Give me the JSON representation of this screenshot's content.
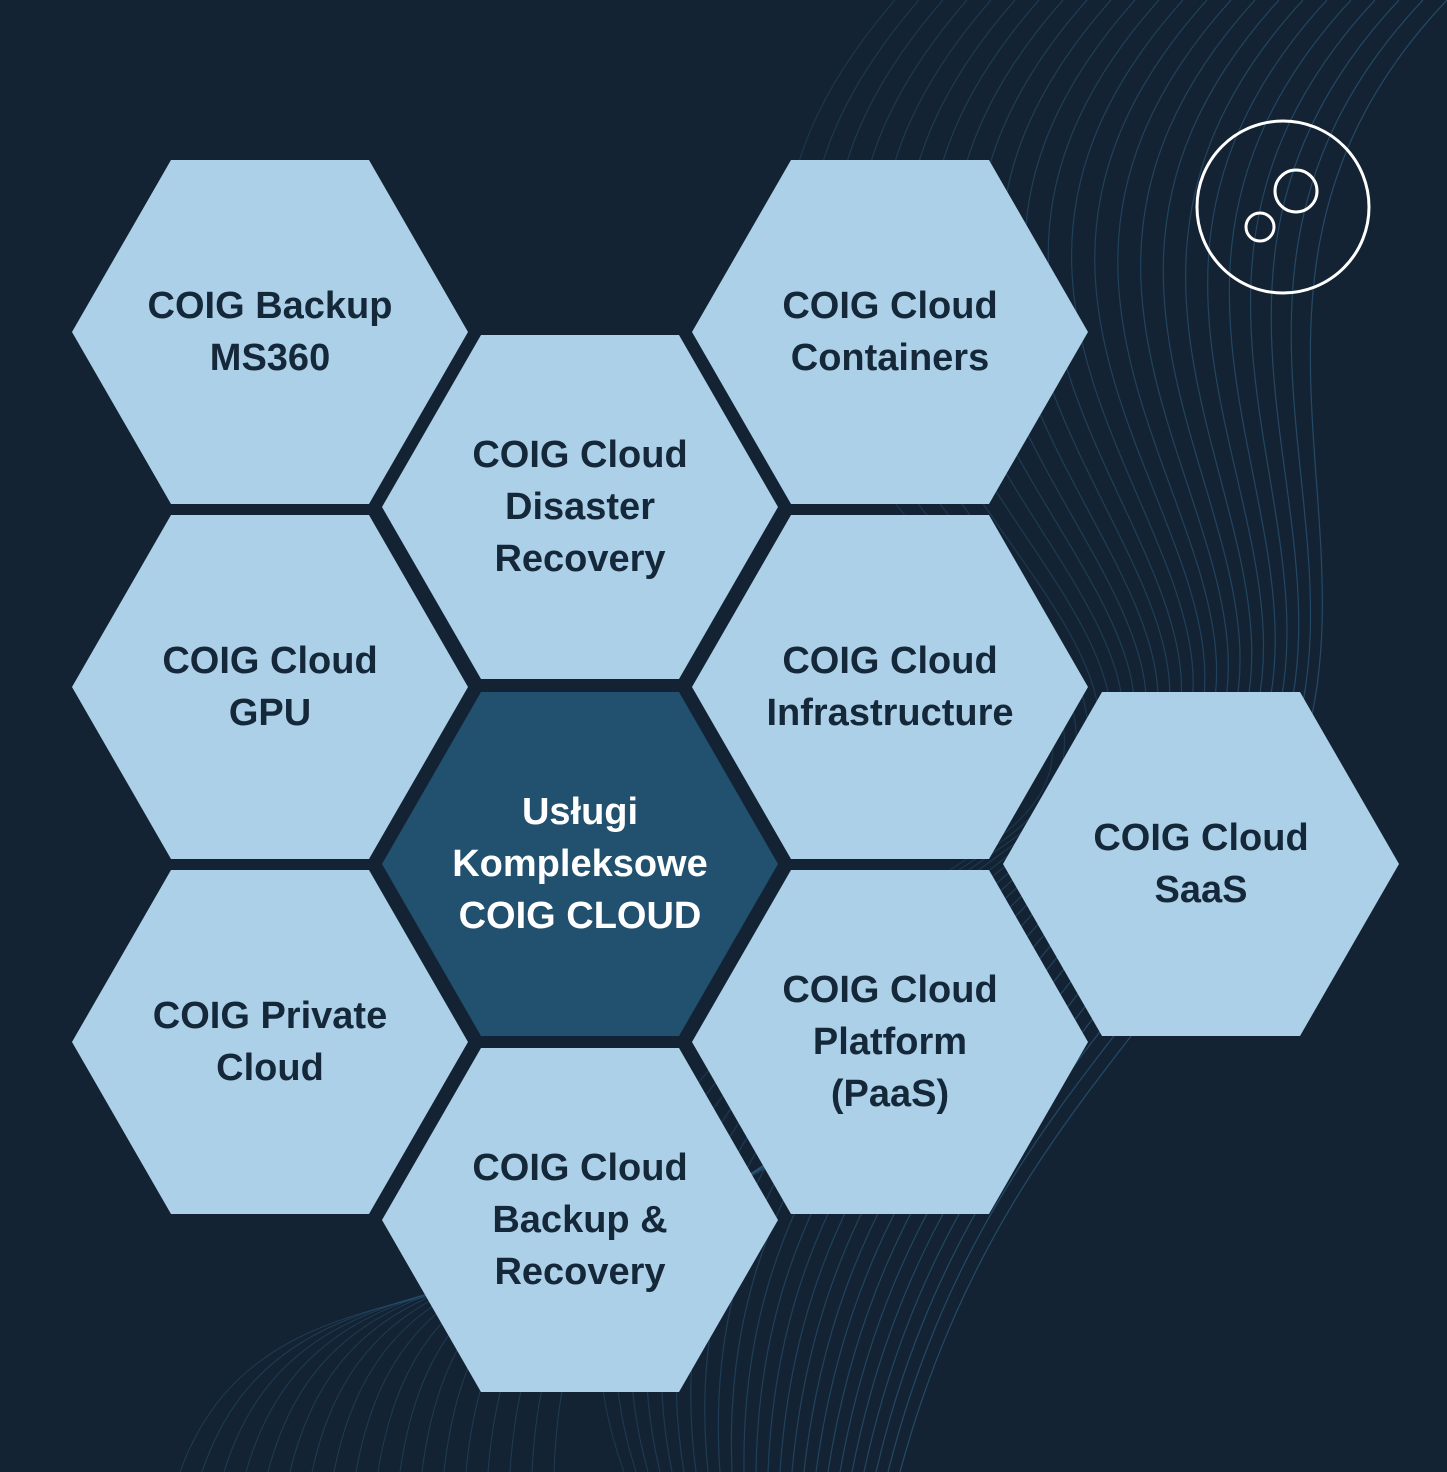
{
  "colors": {
    "background": "#132333",
    "hex_light": "#acd0e8",
    "hex_dark": "#22506f",
    "text_dark": "#15283a",
    "text_light": "#ffffff",
    "wave_lines": "#2c5b7d",
    "logo": "#ffffff"
  },
  "center": {
    "label": "Usługi\nKompleksowe\nCOIG CLOUD"
  },
  "services": [
    {
      "id": "backup-ms360",
      "label": "COIG Backup\nMS360"
    },
    {
      "id": "disaster-recovery",
      "label": "COIG Cloud\nDisaster\nRecovery"
    },
    {
      "id": "containers",
      "label": "COIG Cloud\nContainers"
    },
    {
      "id": "gpu",
      "label": "COIG Cloud\nGPU"
    },
    {
      "id": "infrastructure",
      "label": "COIG Cloud\nInfrastructure"
    },
    {
      "id": "saas",
      "label": "COIG Cloud\nSaaS"
    },
    {
      "id": "private-cloud",
      "label": "COIG Private\nCloud"
    },
    {
      "id": "paas",
      "label": "COIG Cloud\nPlatform\n(PaaS)"
    },
    {
      "id": "backup-recovery",
      "label": "COIG Cloud\nBackup &\nRecovery"
    }
  ],
  "logo": {
    "icon": "bubbles-logo-icon"
  }
}
